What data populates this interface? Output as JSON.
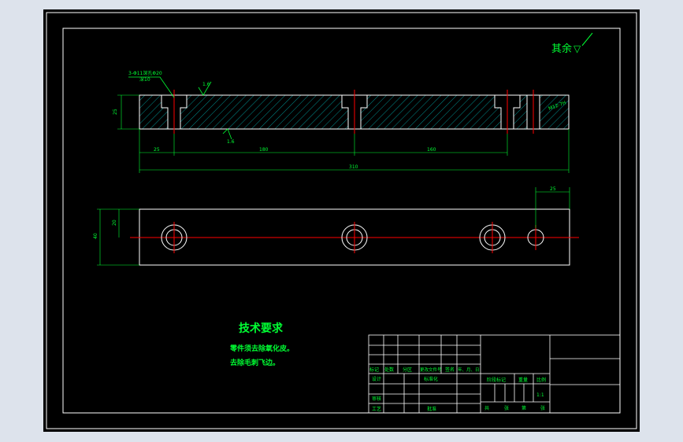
{
  "roughness": {
    "label": "其余",
    "symbol": "▽"
  },
  "front_view": {
    "hole_callout_line1": "3-Φ11深孔Φ20",
    "hole_callout_line2": "深10",
    "roughness_top": "1.6",
    "roughness_bottom": "1.6",
    "right_hole_label": "M12-7H",
    "height_dim": "25",
    "dim_left_offset": "25",
    "dim_span_1": "180",
    "dim_span_2": "160",
    "dim_total": "310"
  },
  "top_view": {
    "dim_right_offset": "25",
    "dim_half_height": "20",
    "dim_height": "40"
  },
  "tech_requirements": {
    "title": "技术要求",
    "lines": [
      "零件须去除氧化皮。",
      "去除毛刺飞边。"
    ]
  },
  "title_block": {
    "revision_headers": [
      "标记",
      "处数",
      "分区",
      "更改文件号",
      "签名",
      "年、月、日"
    ],
    "design": "设计",
    "standardization": "标准化",
    "review": "审核",
    "process": "工艺",
    "approve": "批准",
    "stage_mark": "阶段标记",
    "weight": "重量",
    "scale": "比例",
    "scale_value": "1:1",
    "sheets_total": "共",
    "sheets_unit": "张",
    "sheet_no": "第",
    "sheet_unit2": "张"
  },
  "colors": {
    "background": "#000000",
    "frame": "#ffffff",
    "annotation": "#00ff33",
    "centerline": "#ff0000",
    "hatch": "#00b3b3"
  }
}
